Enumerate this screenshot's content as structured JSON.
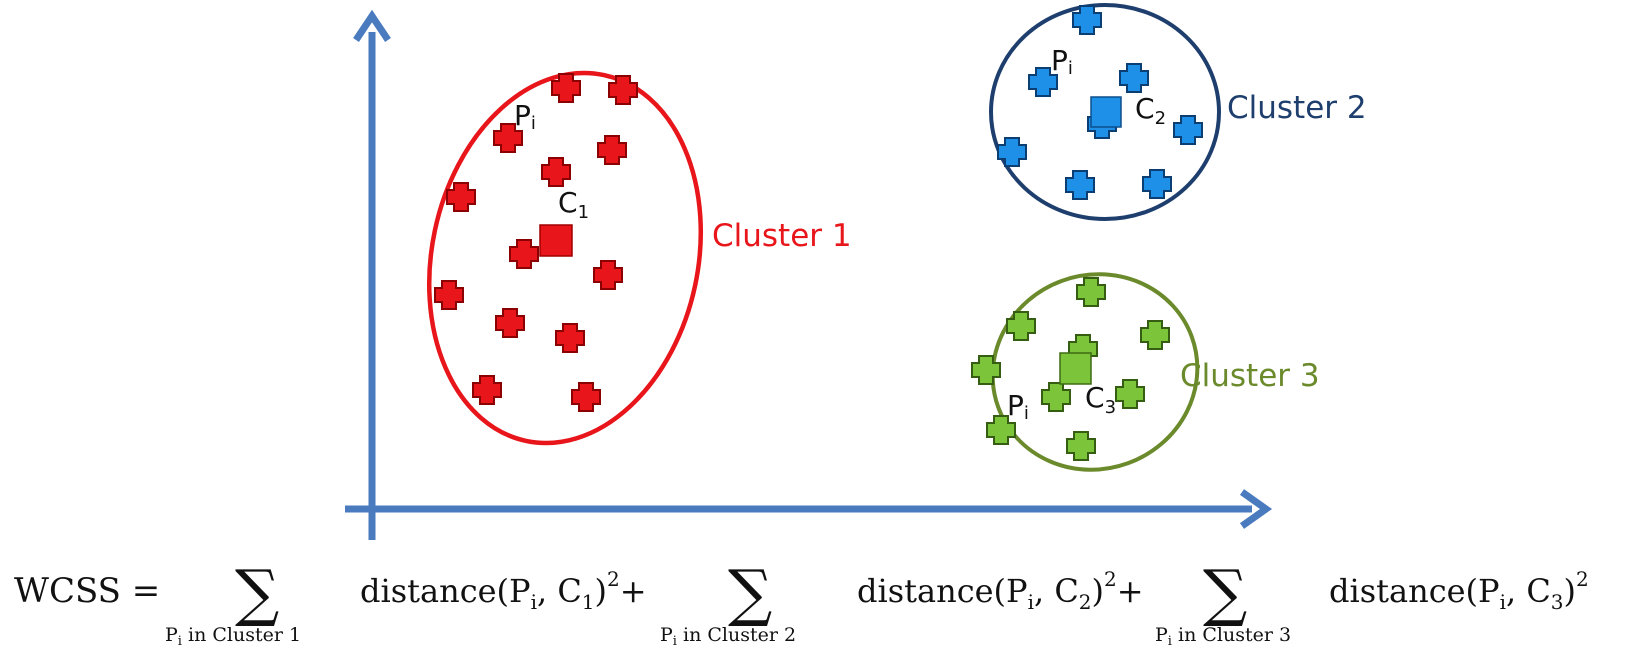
{
  "colors": {
    "axis": "#4a7bbf",
    "cluster1": "#e8151b",
    "cluster2": "#1e3f6e",
    "cluster2_point": "#1e90e8",
    "cluster3": "#6b8a2c",
    "cluster3_point": "#7cc43a",
    "text": "#111111"
  },
  "clusters": [
    {
      "label": "Cluster 1",
      "centroid_label": "C",
      "centroid_sub": "1",
      "point_label": "P",
      "point_sub": "i"
    },
    {
      "label": "Cluster 2",
      "centroid_label": "C",
      "centroid_sub": "2",
      "point_label": "P",
      "point_sub": "i"
    },
    {
      "label": "Cluster 3",
      "centroid_label": "C",
      "centroid_sub": "3",
      "point_label": "P",
      "point_sub": "i"
    }
  ],
  "formula": {
    "lhs": "WCSS =",
    "sum_symbol": "∑",
    "terms": [
      {
        "body": "distance(P",
        "sub_i": "i",
        "mid": ", C",
        "sub_c": "1",
        "close": ")",
        "exp": "2",
        "plus": "+",
        "under_p": "P",
        "under_sub": "i",
        "under_text": " in Cluster 1"
      },
      {
        "body": "distance(P",
        "sub_i": "i",
        "mid": ", C",
        "sub_c": "2",
        "close": ")",
        "exp": "2",
        "plus": "+",
        "under_p": "P",
        "under_sub": "i",
        "under_text": " in Cluster 2"
      },
      {
        "body": "distance(P",
        "sub_i": "i",
        "mid": ", C",
        "sub_c": "3",
        "close": ")",
        "exp": "2",
        "plus": "",
        "under_p": "P",
        "under_sub": "i",
        "under_text": " in Cluster 3"
      }
    ]
  }
}
